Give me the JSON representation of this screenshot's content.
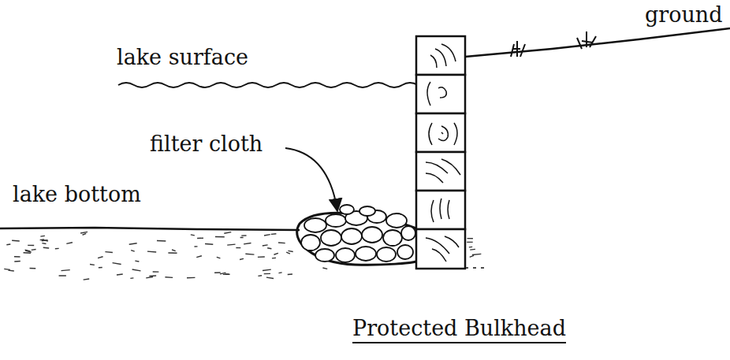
{
  "diagram": {
    "caption": "Protected Bulkhead",
    "labels": [
      "lake surface",
      "ground",
      "filter cloth",
      "lake bottom"
    ]
  }
}
